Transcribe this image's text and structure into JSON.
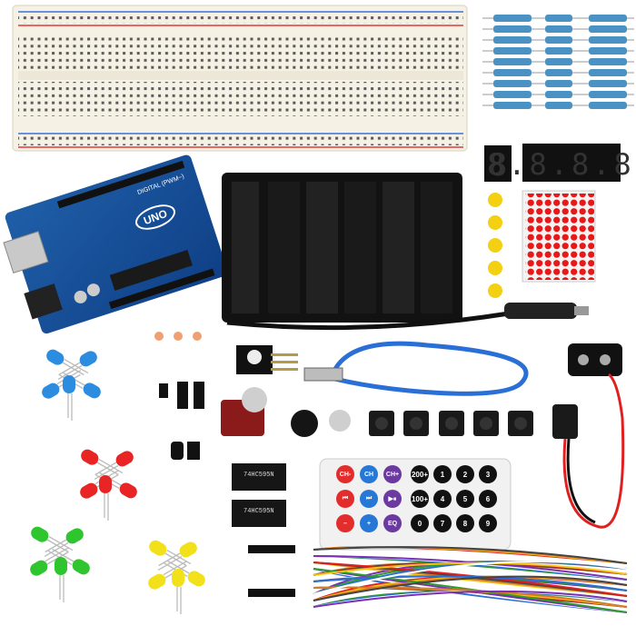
{
  "kit_items": {
    "arduino": {
      "logo_text": "UNO",
      "header_text": "DIGITAL (PWM~)"
    },
    "shift_register_1": {
      "chip_text": "74HC595N"
    },
    "shift_register_2": {
      "chip_text": "74HC595N"
    },
    "remote": {
      "labels_row1": [
        "CH-",
        "CH",
        "CH+"
      ],
      "labels_row2": [
        "⏮",
        "⏭",
        "▶⏸"
      ],
      "labels_row3": [
        "–",
        "+",
        "EQ"
      ],
      "numbers": [
        "0",
        "100+",
        "200+",
        "1",
        "2",
        "3",
        "4",
        "5",
        "6",
        "7",
        "8",
        "9"
      ]
    },
    "led_colors": {
      "blue": "#2b8ce0",
      "red": "#e82424",
      "green": "#2ec52e",
      "yellow": "#f2e11a"
    }
  }
}
